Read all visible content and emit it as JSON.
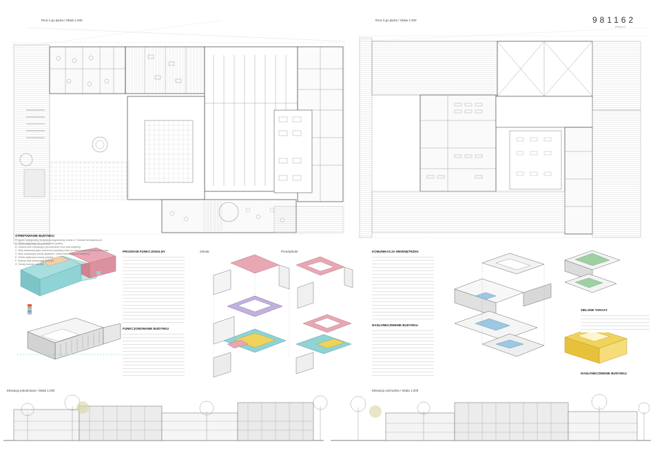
{
  "headings": {
    "plan_left": "Rzut 1-go piętra / Skala 1:200",
    "plan_right": "Rzut 2-go piętra / Skala 1:200",
    "entry_code": "981162",
    "entry_code_sub": "plansza 3",
    "zoning": "STREFOWANIE BUDYNKU",
    "program": "PROGRAM FUNKCJONALNY",
    "functional": "FUNKCJONOWANIE BUDYNKU",
    "school_col": "Szkoła",
    "preschool_col": "Przedszkole",
    "communication": "KOMUNIKACJA WEWNĘTRZNA",
    "sunlight": "NASŁONECZNIENIE BUDYNKU",
    "green_roofs": "ZIELONE TARASY",
    "sunlight2": "NASŁONECZNIENIE BUDYNKU",
    "elev_left": "Elewacja południowa / Skala 1:200",
    "elev_right": "Elewacja zachodnia / Skala 1:200"
  },
  "zoning_list": [
    "Program funkcjonalny budynku przygotowany został w 7 blokach tematycznych:",
    "A. Strefa wejściowa do przedszkola (parter)",
    "B. Główny blok edukacyjny (przedszkole oraz sala szybkiej)",
    "C. Blok administracyjno-kuchenny (wspólny) wraz ze szkolą szatni przeniesionej oraz",
    "D. Blok edukacyjny szkoły (jadalnia i strefa rekreacyjna ze świetlicą)",
    "E. Strefa wejściowa szkoły (parter)",
    "F. Główny blok edukacyjny (szkoły)",
    "G. Tarasy (szkoła, szkoła)"
  ],
  "colors": {
    "cyan": "#8fd3d6",
    "pink": "#e9a7b3",
    "yellow": "#f0d35a",
    "peach": "#f3cfa8",
    "violet": "#bfb2dc",
    "green": "#9fcfa3"
  }
}
